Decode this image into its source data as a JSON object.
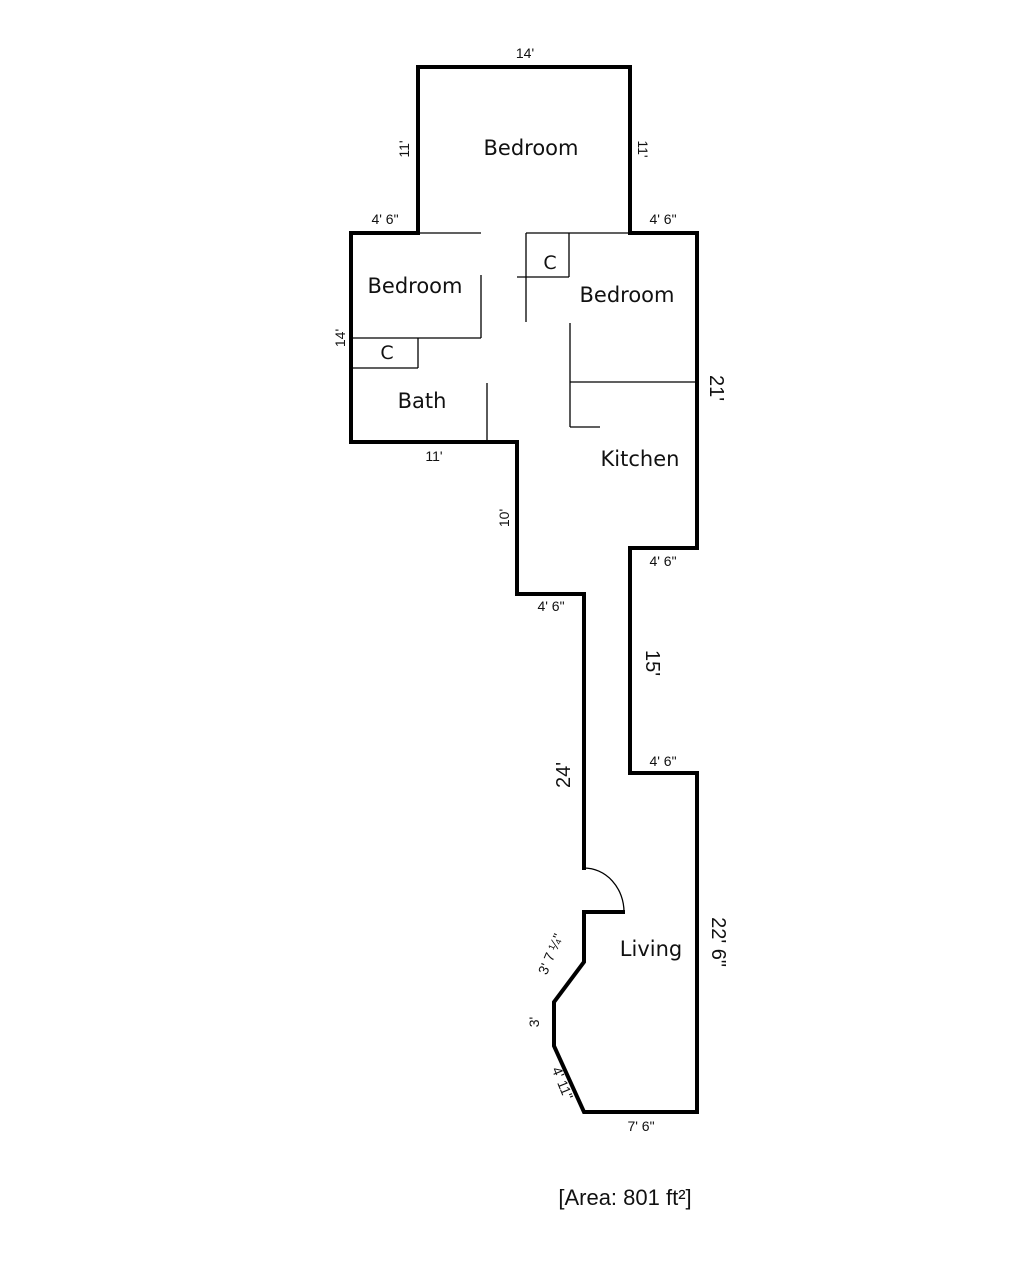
{
  "rooms": {
    "bedroom_top": "Bedroom",
    "bedroom_left": "Bedroom",
    "bedroom_right": "Bedroom",
    "bath": "Bath",
    "kitchen": "Kitchen",
    "living": "Living",
    "closet_left": "C",
    "closet_right": "C"
  },
  "dimensions": {
    "top_width": "14'",
    "top_left_side": "11'",
    "top_right_side": "11'",
    "left_step": "4' 6\"",
    "right_step": "4' 6\"",
    "left_side": "14'",
    "bath_bottom": "11'",
    "right_side_upper": "21'",
    "left_corridor": "10'",
    "left_corridor_step": "4' 6\"",
    "kitchen_step": "4' 6\"",
    "right_middle": "15'",
    "living_step": "4' 6\"",
    "left_long": "24'",
    "living_right": "22' 6\"",
    "angled_upper": "3' 7 ¼\"",
    "angled_mid": "3'",
    "angled_lower": "4' 11\"",
    "bottom_width": "7' 6\""
  },
  "footer": {
    "area": "[Area: 801 ft²]"
  }
}
